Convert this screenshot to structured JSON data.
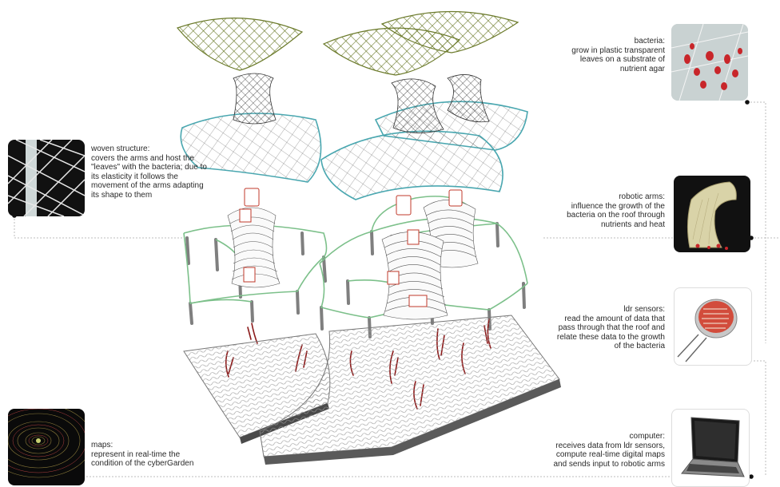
{
  "annotations": {
    "woven_structure": {
      "title": "woven structure:",
      "lines": [
        "covers the arms and host the",
        "\"leaves\" with the bacteria; due to",
        "its elasticity it follows the",
        "movement of the arms adapting",
        "its shape to them"
      ]
    },
    "maps": {
      "title": "maps:",
      "lines": [
        "represent in real-time the",
        "condition of the cyberGarden"
      ]
    },
    "bacteria": {
      "title": "bacteria:",
      "lines": [
        "grow in plastic transparent",
        "leaves on a substrate of",
        "nutrient agar"
      ]
    },
    "robotic_arms": {
      "title": "robotic arms:",
      "lines": [
        "influence the growth of the",
        "bacteria on the roof through",
        "nutrients and heat"
      ]
    },
    "ldr_sensors": {
      "title": "ldr sensors:",
      "lines": [
        "read the amount of data that",
        "pass through that the roof and",
        "relate these data to the growth",
        "of the bacteria"
      ]
    },
    "computer": {
      "title": "computer:",
      "lines": [
        "receives data from ldr sensors,",
        "compute real-time digital maps",
        "and sends input to robotic arms"
      ]
    }
  },
  "colors": {
    "canopy_green": "#6b7a2a",
    "roof_teal": "#4aa7b0",
    "frame_green": "#7cc08a",
    "arm_red": "#c0392b",
    "root_red": "#8b1a1a",
    "connector_gray": "#bdbdbd",
    "dot": "#111111"
  }
}
